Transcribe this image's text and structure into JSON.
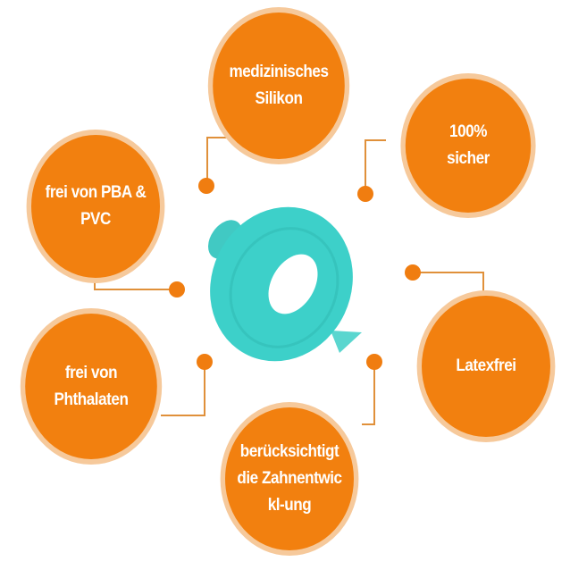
{
  "features": [
    {
      "label": "medizinisches Silikon"
    },
    {
      "label": "100% sicher"
    },
    {
      "label": "frei von PBA & PVC"
    },
    {
      "label": "Latexfrei"
    },
    {
      "label": "frei von Phthalaten"
    },
    {
      "label": "berücksichtigt die Zahnentwickl-ung"
    }
  ],
  "product": {
    "icon": "pacifier-icon"
  },
  "colors": {
    "bubble": "#f2800f",
    "ring": "#f6c99b",
    "product": "#3fd3cc"
  }
}
